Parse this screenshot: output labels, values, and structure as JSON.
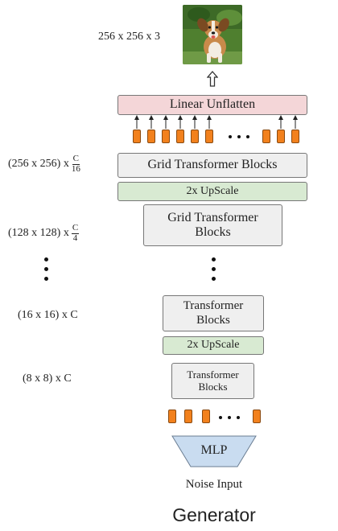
{
  "output": {
    "label": "256 x 256 x 3",
    "image_icon": "dog-photo"
  },
  "blocks": {
    "linear_unflatten": "Linear Unflatten",
    "grid_transformer_1": "Grid Transformer Blocks",
    "upscale_1": "2x UpScale",
    "grid_transformer_2": "Grid Transformer Blocks",
    "transformer_1": "Transformer Blocks",
    "upscale_2": "2x UpScale",
    "transformer_2": "Transformer Blocks",
    "mlp": "MLP"
  },
  "dims": {
    "d256_base": "(256 x 256) x",
    "d256_num": "C",
    "d256_den": "16",
    "d128_base": "(128 x 128) x",
    "d128_num": "C",
    "d128_den": "4",
    "d16": "(16 x 16) x C",
    "d8": "(8 x 8) x C"
  },
  "noise_input": "Noise Input",
  "title": "Generator",
  "colors": {
    "token": "#f2811d",
    "upscale": "#d8ead2",
    "unflatten": "#f4d6d8",
    "transformer": "#efefef",
    "mlp": "#c9dcf0"
  }
}
